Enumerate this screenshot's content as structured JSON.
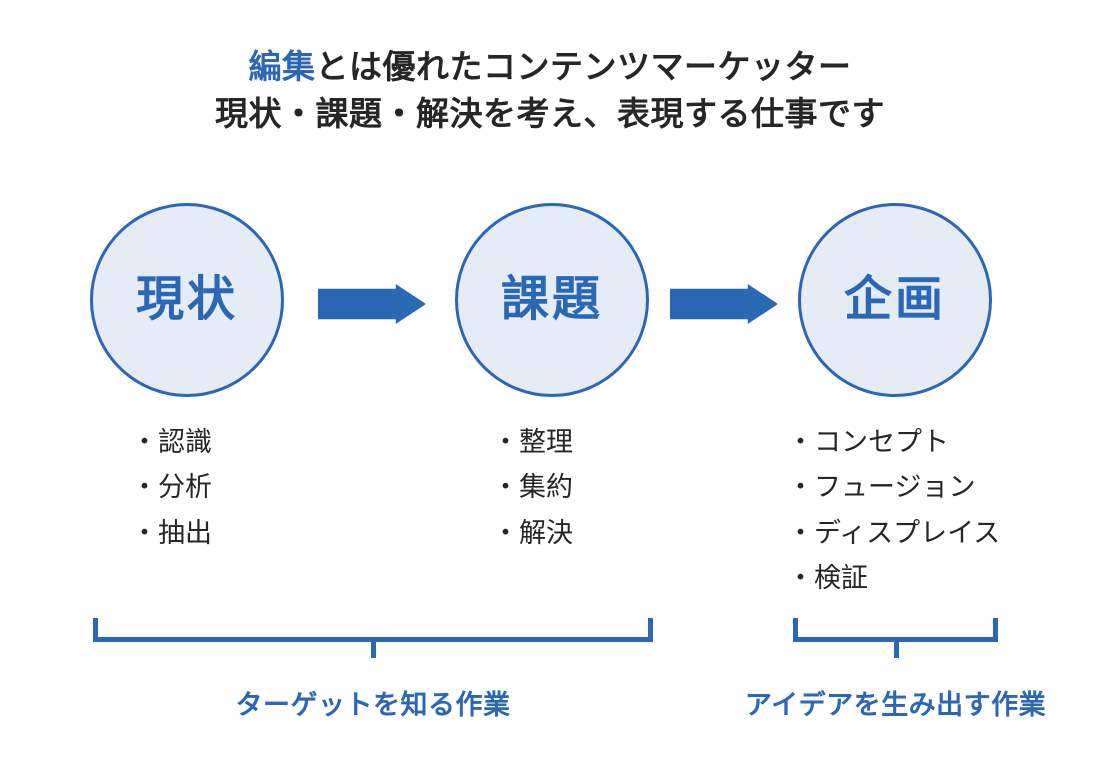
{
  "title": {
    "line1_accent": "編集",
    "line1_rest": "とは優れたコンテンツマーケッター",
    "line2": "現状・課題・解決を考え、表現する仕事です"
  },
  "colors": {
    "accent_blue": "#2a67b5",
    "circle_fill": "#e6ecf5",
    "text_dark": "#262626",
    "background": "#ffffff"
  },
  "stages": [
    {
      "label": "現状",
      "items": [
        "・認識",
        "・分析",
        "・抽出"
      ]
    },
    {
      "label": "課題",
      "items": [
        "・整理",
        "・集約",
        "・解決"
      ]
    },
    {
      "label": "企画",
      "items": [
        "・コンセプト",
        "・フュージョン",
        "・ディスプレイス",
        "・検証"
      ]
    }
  ],
  "groups": [
    {
      "caption": "ターゲットを知る作業"
    },
    {
      "caption": "アイデアを生み出す作業"
    }
  ]
}
